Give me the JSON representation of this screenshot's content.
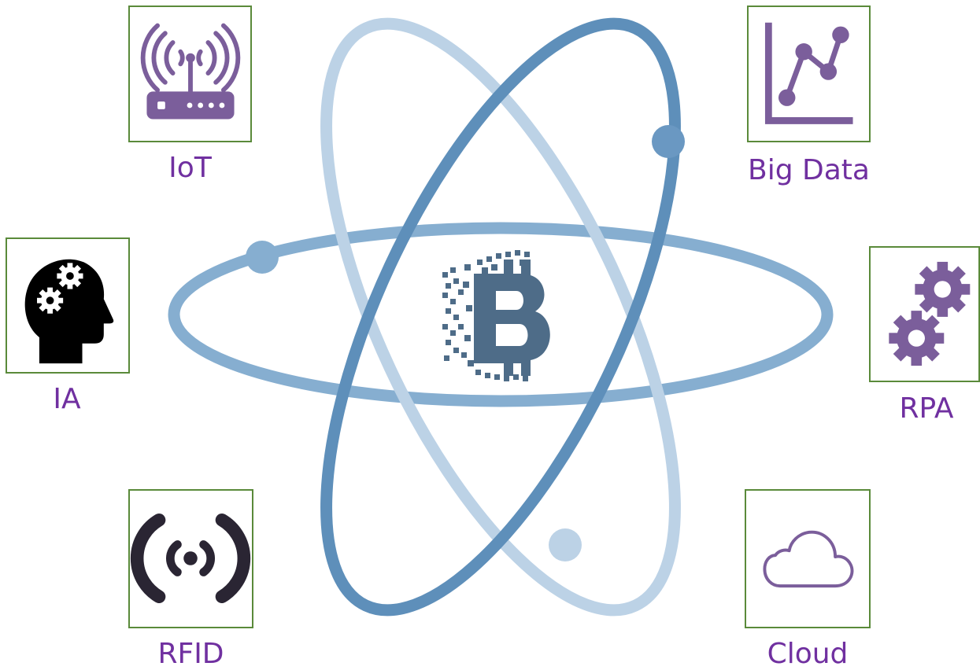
{
  "nodes": {
    "iot": {
      "label": "IoT",
      "icon": "wifi-router-icon"
    },
    "big_data": {
      "label": "Big Data",
      "icon": "line-chart-icon"
    },
    "ia": {
      "label": "IA",
      "icon": "head-gears-icon"
    },
    "rpa": {
      "label": "RPA",
      "icon": "gears-icon"
    },
    "rfid": {
      "label": "RFID",
      "icon": "rfid-signal-icon"
    },
    "cloud": {
      "label": "Cloud",
      "icon": "cloud-icon"
    }
  },
  "center": {
    "icon": "blockchain-b-logo"
  },
  "colors": {
    "label": "#7030a0",
    "tile_border": "#5a8a3a",
    "icon_purple": "#7b5e9b",
    "icon_dark": "#2a2533",
    "orbit_dark": "#5b8db8",
    "orbit_mid": "#7fa8cc",
    "orbit_light": "#b8cfe3",
    "logo": "#4e6c88"
  }
}
